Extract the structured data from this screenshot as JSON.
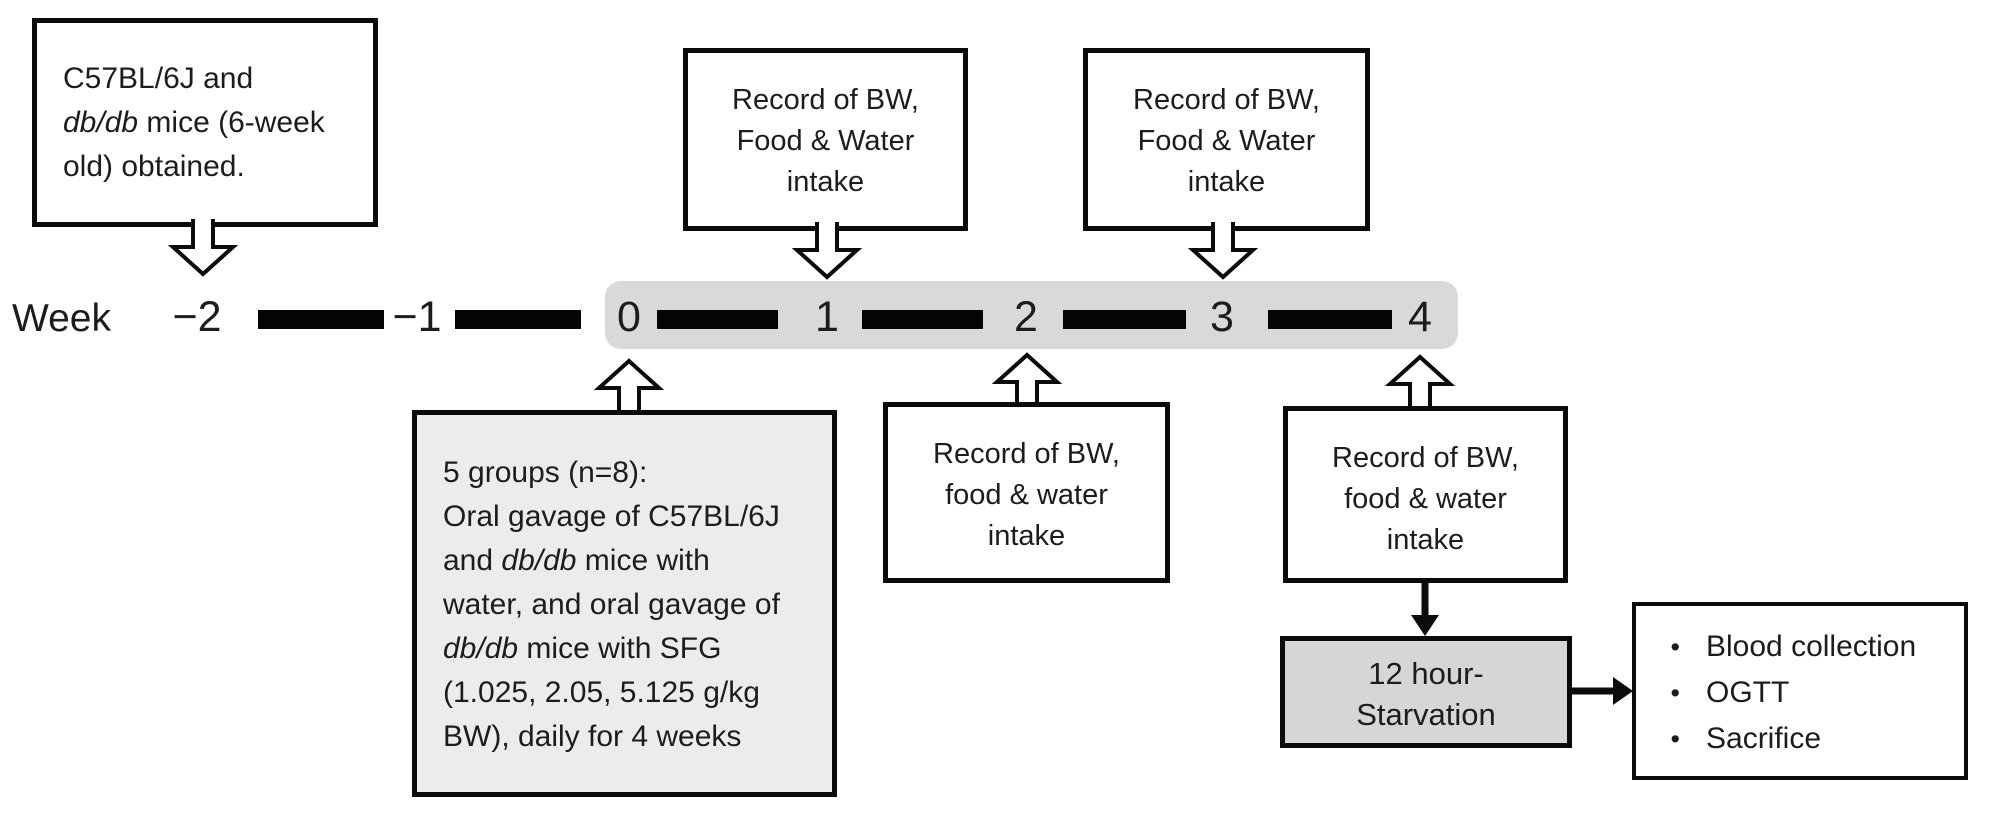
{
  "colors": {
    "band": "#d9d9d9",
    "groups_fill": "#ececec",
    "starvation_fill": "#d6d6d6",
    "border": "#0b0b0b"
  },
  "timeline": {
    "label": "Week",
    "ticks": [
      "−2",
      "−1",
      "0",
      "1",
      "2",
      "3",
      "4"
    ]
  },
  "bullet_char": "•",
  "boxes": {
    "obtained": {
      "lines": [
        [
          {
            "t": "C57BL/6J and"
          }
        ],
        [
          {
            "t": "db/db",
            "i": true
          },
          {
            "t": " mice (6-week"
          }
        ],
        [
          {
            "t": "old) obtained."
          }
        ]
      ]
    },
    "record_top": {
      "lines": [
        "Record of BW,",
        "Food & Water",
        "intake"
      ]
    },
    "record_bottom": {
      "lines": [
        "Record of BW,",
        "food & water",
        "intake"
      ]
    },
    "groups": {
      "lines": [
        [
          {
            "t": "5 groups (n=8):"
          }
        ],
        [
          {
            "t": "Oral gavage of C57BL/6J"
          }
        ],
        [
          {
            "t": "and "
          },
          {
            "t": "db/db",
            "i": true
          },
          {
            "t": " mice with"
          }
        ],
        [
          {
            "t": "water, and oral gavage of"
          }
        ],
        [
          {
            "t": "db/db",
            "i": true
          },
          {
            "t": " mice with SFG"
          }
        ],
        [
          {
            "t": "(1.025, 2.05, 5.125 g/kg"
          }
        ],
        [
          {
            "t": "BW), daily for 4 weeks"
          }
        ]
      ]
    },
    "starvation": {
      "lines": [
        "12 hour-",
        "Starvation"
      ]
    },
    "outcomes": {
      "items": [
        "Blood collection",
        "OGTT",
        "Sacrifice"
      ]
    }
  }
}
